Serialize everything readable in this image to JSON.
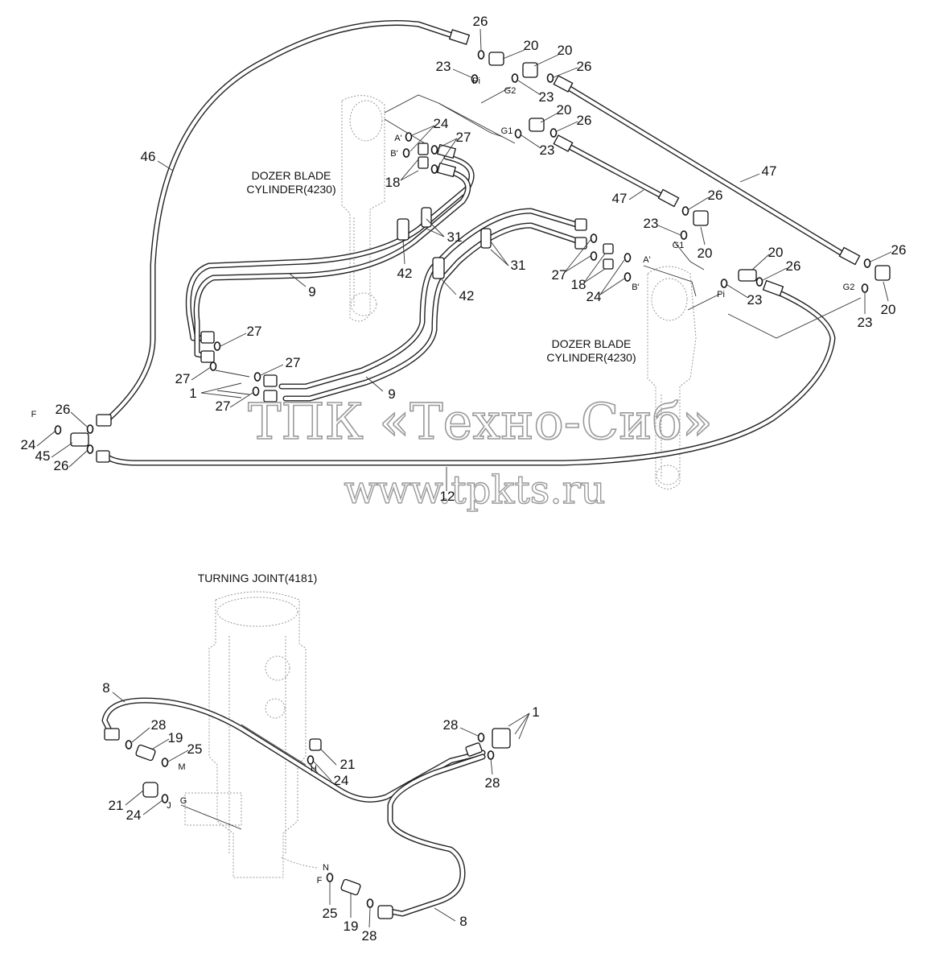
{
  "titles": {
    "dozer_cylinder_left": [
      "DOZER BLADE",
      "CYLINDER(4230)"
    ],
    "dozer_cylinder_right": [
      "DOZER BLADE",
      "CYLINDER(4230)"
    ],
    "turning_joint": "TURNING JOINT(4181)"
  },
  "watermark": {
    "line1": "ТПК «Техно-Сиб»",
    "line2": "www.tpkts.ru"
  },
  "part_labels": {
    "p26a": "26",
    "p20a": "20",
    "p23a": "23",
    "p20b": "20",
    "p26b": "26",
    "p23b": "23",
    "p20c": "20",
    "p26c": "26",
    "p23c": "23",
    "p24a": "24",
    "p27a": "27",
    "p18a": "18",
    "p46": "46",
    "p47a": "47",
    "p47b": "47",
    "p26d": "26",
    "p23d": "23",
    "p20d": "20",
    "p26e": "26",
    "p20e": "20",
    "p26f": "26",
    "p23e": "23",
    "p23f": "23",
    "p20f": "20",
    "p31a": "31",
    "p42a": "42",
    "p9a": "9",
    "p31b": "31",
    "p42b": "42",
    "p27b": "27",
    "p18b": "18",
    "p24b": "24",
    "p27c": "27",
    "p27d": "27",
    "p27e": "27",
    "p1a": "1",
    "p27f": "27",
    "p9b": "9",
    "p26g": "26",
    "p24c": "24",
    "p45": "45",
    "p26h": "26",
    "p12": "12",
    "p8a": "8",
    "p28a": "28",
    "p19a": "19",
    "p25a": "25",
    "p21a": "21",
    "p24d": "24",
    "p21b": "21",
    "p24e": "24",
    "p28b": "28",
    "p1b": "1",
    "p28c": "28",
    "p25b": "25",
    "p19b": "19",
    "p28d": "28",
    "p8b": "8"
  },
  "port_labels": {
    "pi_a": "Pi",
    "g2_a": "G2",
    "a_a": "A'",
    "b_a": "B'",
    "g1_a": "G1",
    "g1_b": "G1",
    "a_b": "A'",
    "b_b": "B'",
    "pi_b": "Pi",
    "g2_b": "G2",
    "f_a": "F",
    "m": "M",
    "h": "H",
    "g": "G",
    "j": "J",
    "n": "N",
    "f_b": "F"
  }
}
